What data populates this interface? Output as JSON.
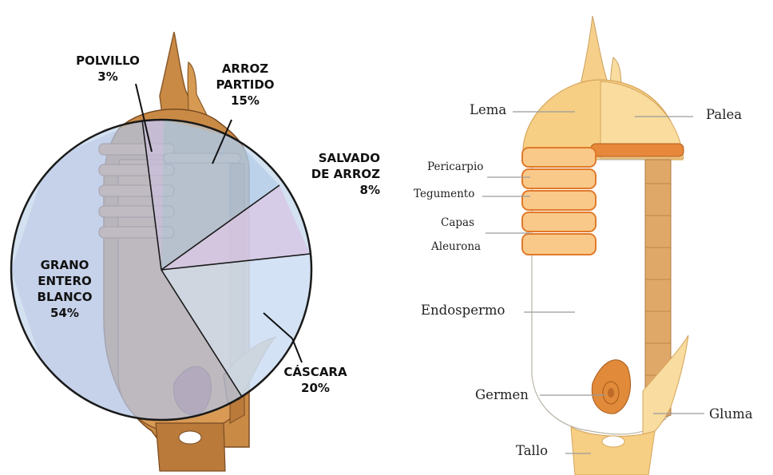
{
  "left_diagram": {
    "segments": [
      {
        "id": "polvillo",
        "lines": [
          "POLVILLO",
          "3%"
        ],
        "value": 3
      },
      {
        "id": "arroz_partido",
        "lines": [
          "ARROZ",
          "PARTIDO",
          "15%"
        ],
        "value": 15
      },
      {
        "id": "salvado",
        "lines": [
          "SALVADO",
          "DE ARROZ",
          "8%"
        ],
        "value": 8
      },
      {
        "id": "cascara",
        "lines": [
          "CÁSCARA",
          "20%"
        ],
        "value": 20
      },
      {
        "id": "grano_entero",
        "lines": [
          "GRANO",
          "ENTERO",
          "BLANCO",
          "54%"
        ],
        "value": 54
      }
    ]
  },
  "right_diagram": {
    "labels": {
      "lema": "Lema",
      "palea": "Palea",
      "pericarpio": "Pericarpio",
      "tegumento": "Tegumento",
      "capas": "Capas",
      "aleurona": "Aleurona",
      "endospermo": "Endospermo",
      "germen": "Germen",
      "gluma": "Gluma",
      "tallo": "Tallo"
    }
  },
  "colors": {
    "husk_dark": "#c98a45",
    "husk_light": "#f6d08a",
    "band_orange": "#e8883a",
    "pie_blue": "#b8cfe8",
    "pie_lilac": "#c7bfe0",
    "pie_border": "#1a1a1a"
  }
}
